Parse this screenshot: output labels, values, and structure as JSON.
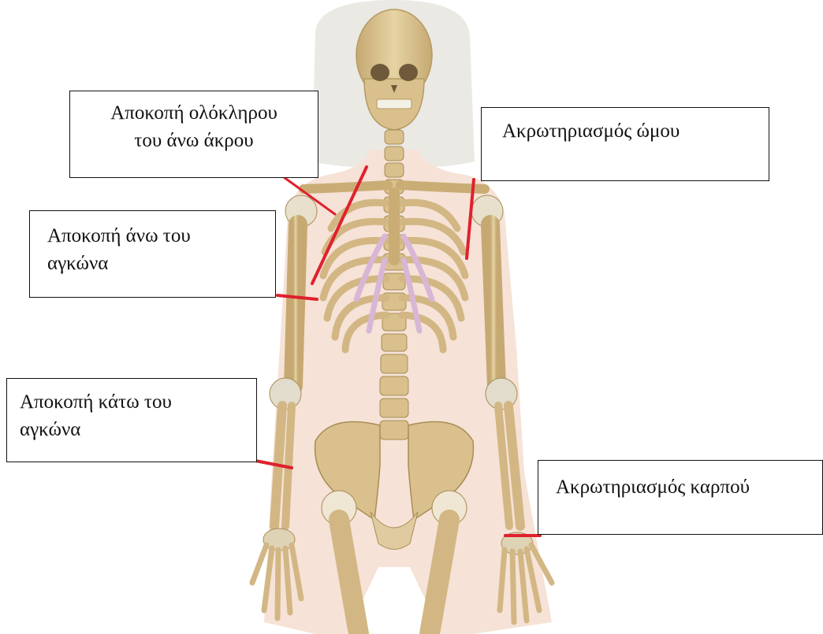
{
  "labels": {
    "whole_limb": [
      "Αποκοπή ολόκληρου",
      "του άνω άκρου"
    ],
    "shoulder": [
      "Ακρωτηριασμός  ώμου"
    ],
    "above_elbow": [
      "Αποκοπή άνω του",
      "αγκώνα"
    ],
    "below_elbow": [
      "Αποκοπή κάτω του",
      "αγκώνα"
    ],
    "wrist": [
      "Ακρωτηριασμός καρπού"
    ]
  },
  "colors": {
    "cut_line": "#e0202e",
    "bone": "#d9c08c",
    "bone_outline": "#b59a62",
    "body_silhouette": "#f6e2d6",
    "cartilage": "#d8b6d6",
    "hair": "#ebe9e4"
  },
  "icons": {
    "figure": "skeleton-illustration"
  }
}
